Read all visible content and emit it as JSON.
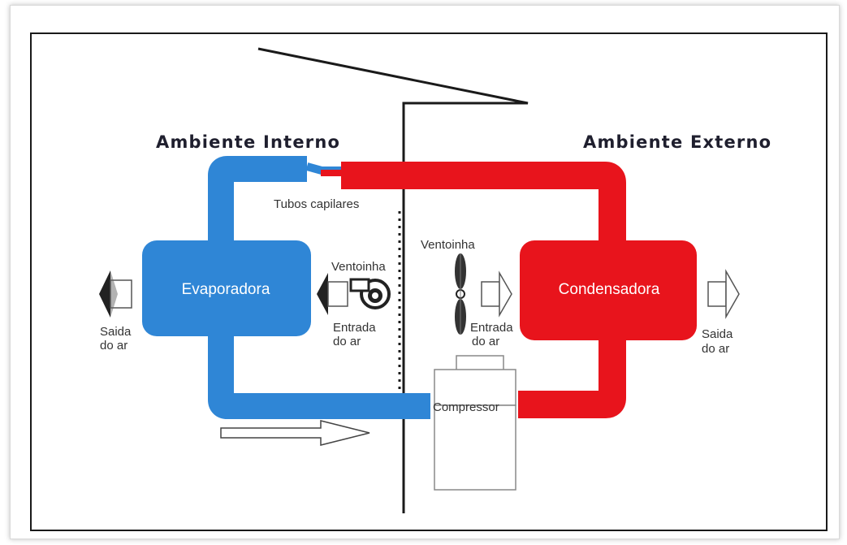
{
  "labels": {
    "indoor_title": "Ambiente Interno",
    "outdoor_title": "Ambiente Externo",
    "capillary_tubes": "Tubos capilares",
    "evaporator": "Evaporadora",
    "condenser": "Condensadora",
    "compressor": "Compressor",
    "fan_left": "Ventoinha",
    "fan_right": "Ventoinha",
    "air_in_left_1": "Entrada",
    "air_in_left_2": "do ar",
    "air_in_right_1": "Entrada",
    "air_in_right_2": "do ar",
    "air_out_left_1": "Saida",
    "air_out_left_2": "do ar",
    "air_out_right_1": "Saida",
    "air_out_right_2": "do ar"
  },
  "colors": {
    "cold": "#2f86d6",
    "hot": "#e8141c",
    "line": "#1a1a1a"
  }
}
